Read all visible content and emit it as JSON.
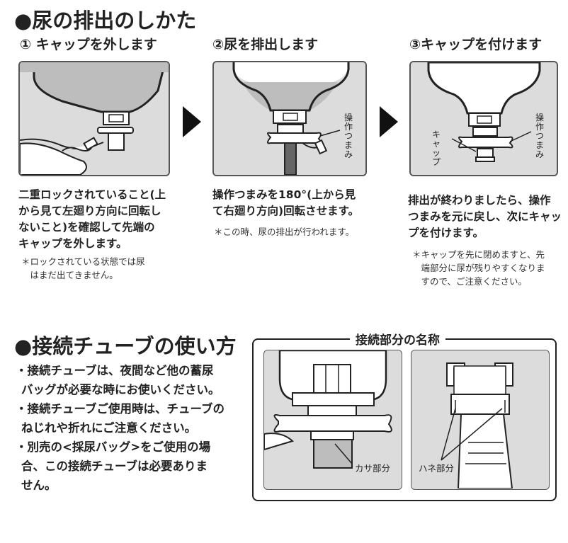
{
  "section1": {
    "title": "●尿の排出のしかた",
    "steps": [
      {
        "title": "① キャップを外します",
        "body": [
          "二重ロックされていること(上",
          "から見て左廻り方向に回転し",
          "ないこと)を確認して先端の",
          "キャップを外します。"
        ],
        "note": [
          "＊ロックされている状態では尿",
          "　はまだ出てきません。"
        ]
      },
      {
        "title": "②尿を排出します",
        "body": [
          "操作つまみを180°(上から見",
          "て右廻り方向)回転させます。"
        ],
        "note": [
          "＊この時、尿の排出が行われます。"
        ],
        "label_knob": "操作つまみ"
      },
      {
        "title": "③キャップを付けます",
        "body": [
          "排出が終わりましたら、操作",
          "つまみを元に戻し、次にキャッ",
          "プを付けます。"
        ],
        "note": [
          "＊キャップを先に閉めますと、先",
          "　端部分に尿が残りやすくなりま",
          "　すので、ご注意ください。"
        ],
        "label_cap": "キャップ",
        "label_knob": "操作つまみ"
      }
    ]
  },
  "section2": {
    "title": "●接続チューブの使い方",
    "bullets": [
      [
        "・接続チューブは、夜間など他の蓄尿",
        "バッグが必要な時にお使いください。"
      ],
      [
        "・接続チューブご使用時は、チューブの",
        "ねじれや折れにご注意ください。"
      ],
      [
        "・別売の<採尿バッグ>をご使用の場",
        "合、この接続チューブは必要ありま",
        "せん。"
      ]
    ]
  },
  "parts": {
    "legend": "接続部分の名称",
    "label_kasa": "カサ部分",
    "label_hane": "ハネ部分"
  }
}
